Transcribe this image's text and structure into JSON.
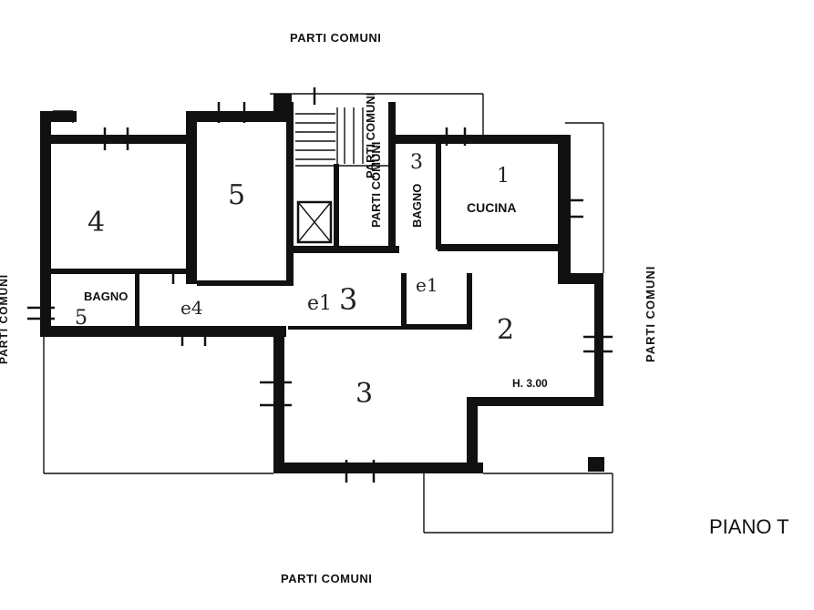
{
  "labels": {
    "common_top": "PARTI COMUNI",
    "common_bottom": "PARTI COMUNI",
    "common_left": "PARTI COMUNI",
    "common_right": "PARTI COMUNI",
    "common_stair": "PARTI COMUNI",
    "common_stair2": "PARTI COMUNI",
    "bagno_upper": "BAGNO",
    "bagno_lower": "BAGNO",
    "cucina": "CUCINA",
    "height": "H. 3.00",
    "floor_title": "PIANO T"
  },
  "room_numbers": {
    "r1": "1",
    "r2": "2",
    "r3": "3",
    "r4": "4",
    "r5": "5",
    "b3": "3",
    "b5": "5",
    "d1": "e1",
    "d3": "3",
    "d2": "e1",
    "d4": "e4",
    "big3": "3"
  }
}
